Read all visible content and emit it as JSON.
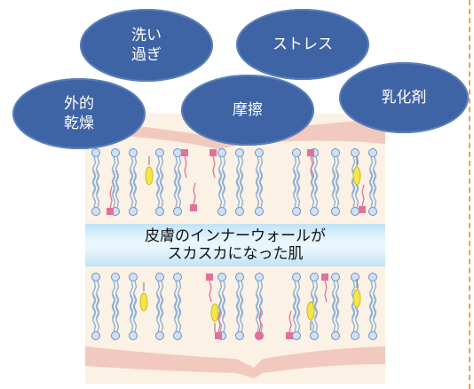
{
  "factors": {
    "overwash": {
      "line1": "洗い",
      "line2": "過ぎ"
    },
    "stress": {
      "label": "ストレス"
    },
    "external_dryness": {
      "line1": "外的",
      "line2": "乾燥"
    },
    "friction": {
      "label": "摩擦"
    },
    "emulsifier": {
      "label": "乳化剤"
    }
  },
  "barrier": {
    "line1": "皮膚のインナーウォールが",
    "line2": "スカスカになった肌"
  },
  "colors": {
    "bubble": "#3f64a5",
    "skin": "#fbf1e4",
    "membrane": "#f2c9be",
    "band": "#bfe3f6",
    "lipid_head": "#cfe2f5",
    "yellow_molecule": "#f4e64a",
    "pink_molecule": "#e0729a"
  }
}
